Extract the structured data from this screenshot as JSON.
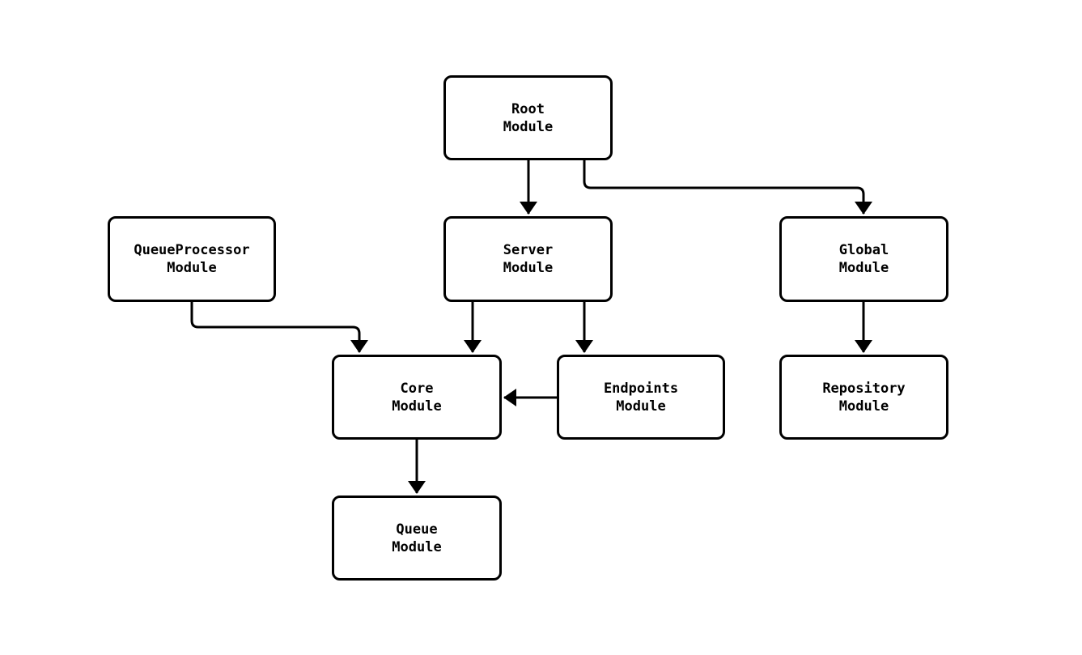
{
  "diagram": {
    "type": "module-dependency-graph",
    "colors": {
      "stroke": "#000000",
      "node_fill": "#ffffff",
      "background": "#ffffff",
      "text": "#000000"
    },
    "nodes": [
      {
        "id": "root",
        "label": "Root\nModule"
      },
      {
        "id": "queueprocessor",
        "label": "QueueProcessor\nModule"
      },
      {
        "id": "server",
        "label": "Server\nModule"
      },
      {
        "id": "global",
        "label": "Global\nModule"
      },
      {
        "id": "core",
        "label": "Core\nModule"
      },
      {
        "id": "endpoints",
        "label": "Endpoints\nModule"
      },
      {
        "id": "repository",
        "label": "Repository\nModule"
      },
      {
        "id": "queue",
        "label": "Queue\nModule"
      }
    ],
    "edges": [
      {
        "from": "Root Module",
        "to": "Server Module"
      },
      {
        "from": "Root Module",
        "to": "Global Module"
      },
      {
        "from": "QueueProcessor Module",
        "to": "Core Module"
      },
      {
        "from": "Server Module",
        "to": "Core Module"
      },
      {
        "from": "Server Module",
        "to": "Endpoints Module"
      },
      {
        "from": "Endpoints Module",
        "to": "Core Module"
      },
      {
        "from": "Global Module",
        "to": "Repository Module"
      },
      {
        "from": "Core Module",
        "to": "Queue Module"
      }
    ]
  }
}
